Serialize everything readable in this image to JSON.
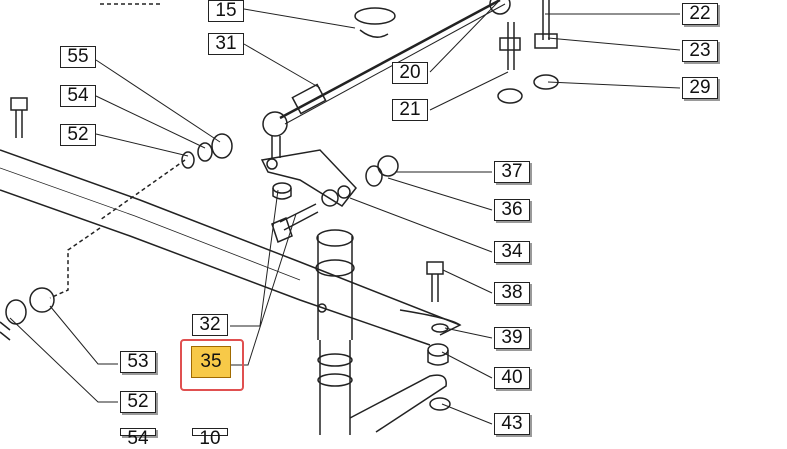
{
  "diagram": {
    "callouts": [
      {
        "id": "15",
        "label": "15"
      },
      {
        "id": "31",
        "label": "31"
      },
      {
        "id": "55",
        "label": "55"
      },
      {
        "id": "54",
        "label": "54"
      },
      {
        "id": "52a",
        "label": "52"
      },
      {
        "id": "20",
        "label": "20"
      },
      {
        "id": "21",
        "label": "21"
      },
      {
        "id": "22",
        "label": "22"
      },
      {
        "id": "23",
        "label": "23"
      },
      {
        "id": "29",
        "label": "29"
      },
      {
        "id": "37",
        "label": "37"
      },
      {
        "id": "36",
        "label": "36"
      },
      {
        "id": "34",
        "label": "34"
      },
      {
        "id": "38",
        "label": "38"
      },
      {
        "id": "39",
        "label": "39"
      },
      {
        "id": "40",
        "label": "40"
      },
      {
        "id": "43",
        "label": "43"
      },
      {
        "id": "32",
        "label": "32"
      },
      {
        "id": "35",
        "label": "35",
        "highlighted": true
      },
      {
        "id": "53",
        "label": "53"
      },
      {
        "id": "52b",
        "label": "52"
      },
      {
        "id": "54b",
        "label": "54"
      },
      {
        "id": "1x",
        "label": "10"
      }
    ],
    "highlight_color": "#f7c948",
    "highlight_ring_color": "#e05050",
    "line_color": "#222222"
  }
}
